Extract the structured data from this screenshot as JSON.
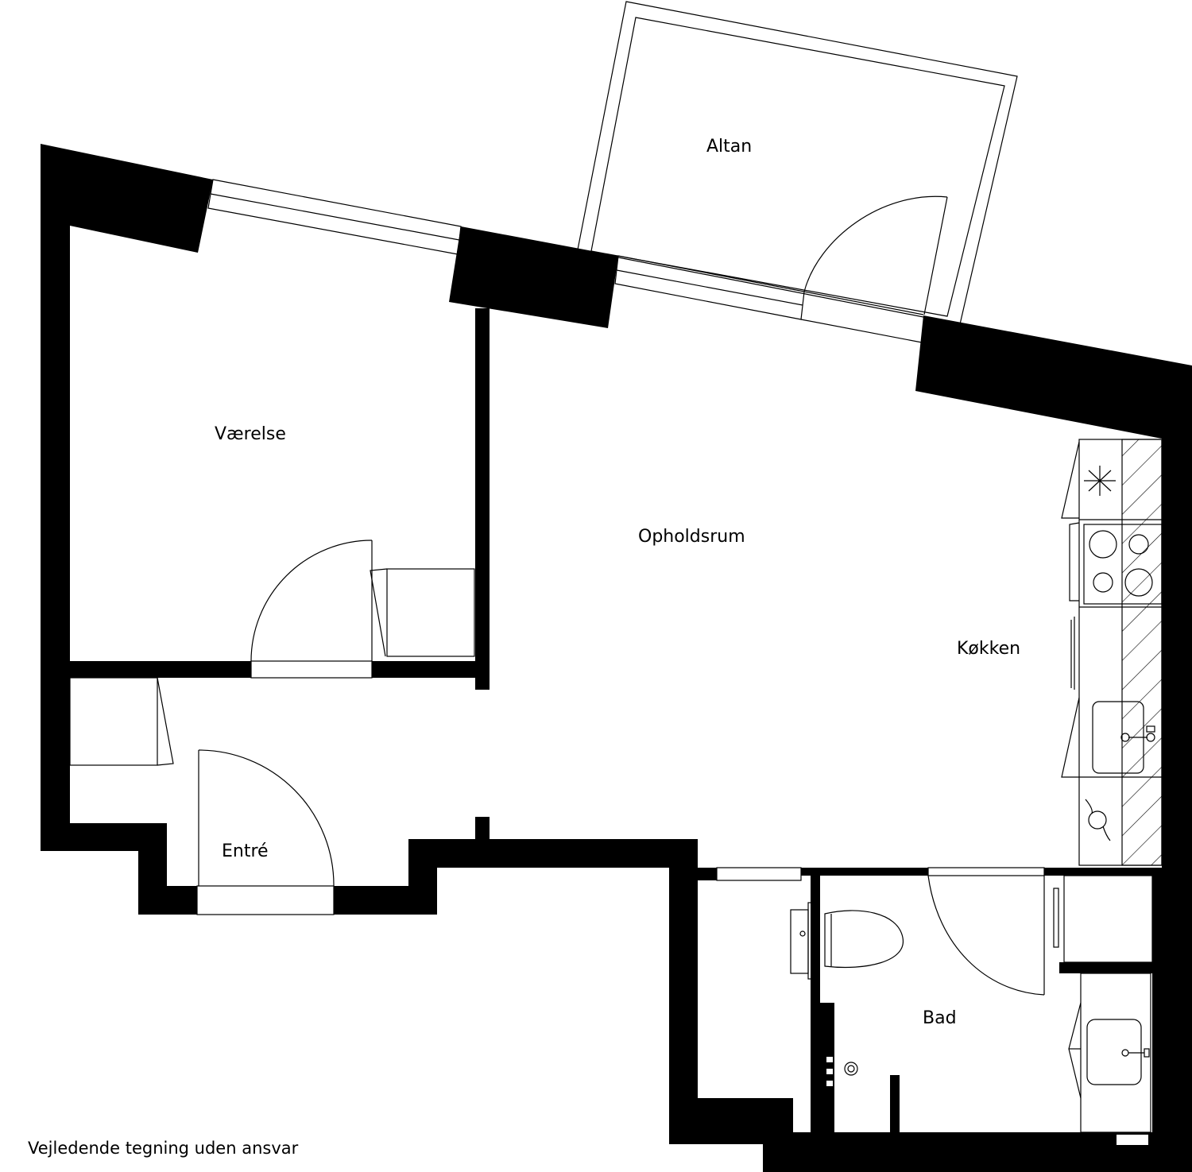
{
  "plan": {
    "type": "apartment-floor-plan",
    "colors": {
      "walls": "#000000",
      "background": "#ffffff",
      "lines": "#000000"
    },
    "rooms": [
      {
        "id": "altan",
        "label": "Altan"
      },
      {
        "id": "vaerelse",
        "label": "Værelse"
      },
      {
        "id": "opholdsrum",
        "label": "Opholdsrum"
      },
      {
        "id": "kokken",
        "label": "Køkken"
      },
      {
        "id": "entre",
        "label": "Entré"
      },
      {
        "id": "bad",
        "label": "Bad"
      }
    ],
    "fixtures": [
      "fridge",
      "stove-4-burners",
      "kitchen-sink",
      "dishwasher",
      "toilet",
      "bathroom-sink",
      "shower-drain",
      "washing-machine",
      "wardrobe"
    ],
    "footer_note": "Vejledende tegning uden ansvar"
  }
}
